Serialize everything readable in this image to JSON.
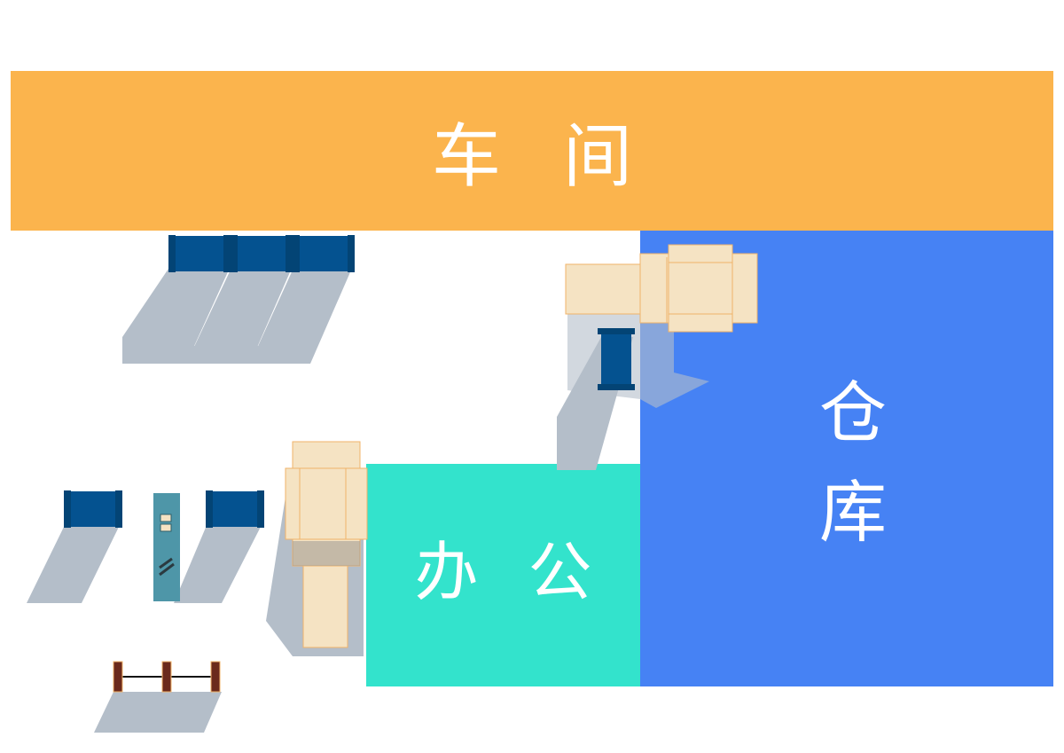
{
  "zones": {
    "workshop": {
      "label": "车间"
    },
    "warehouse": {
      "label": "仓库"
    },
    "office": {
      "label": "办公"
    }
  },
  "colors": {
    "workshop": "#fbb44d",
    "warehouse": "#4682f4",
    "office": "#33e3cc",
    "shadow": "#b4bec9",
    "pipe": "#045290",
    "box_fill": "#f5e3c3",
    "box_stroke": "#f0b36a",
    "cabinet": "#4e96a8",
    "barrier_post": "#6b2a1c"
  },
  "icons": {
    "pipe": "blue-pipe-icon",
    "box": "cardboard-box-icon",
    "cabinet": "control-cabinet-icon",
    "barrier": "barrier-post-icon"
  }
}
